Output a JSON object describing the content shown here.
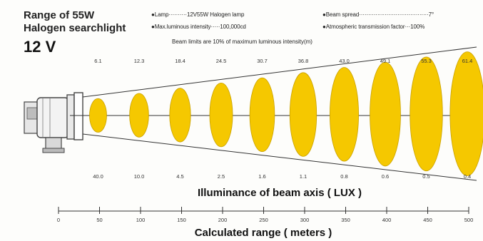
{
  "title_line1": "Range of  55W",
  "title_line2": "Halogen searchlight",
  "voltage": "12 V",
  "specs": {
    "lamp": "●Lamp··········12V55W Halogen lamp",
    "beam_spread": "●Beam spread······································7°",
    "intensity": "●Max.luminous intensity·····100,000cd",
    "atmospheric": "●Atmospheric transmission factor···100%"
  },
  "beam_note": "Beam limits are 10% of maximum luminous intensity(m)",
  "colors": {
    "beam": "#f5c800",
    "beam_stroke": "#c9a100",
    "line": "#333333"
  },
  "chart_data": {
    "type": "diagram",
    "beam_diameters_m": [
      "6.1",
      "12.3",
      "18.4",
      "24.5",
      "30.7",
      "36.8",
      "43.0",
      "49.1",
      "55.3",
      "61.4"
    ],
    "illuminance_lux": [
      "40.0",
      "10.0",
      "4.5",
      "2.5",
      "1.6",
      "1.1",
      "0.8",
      "0.6",
      "0.5",
      "0.4"
    ],
    "illuminance_label": "Illuminance of beam axis ( LUX )",
    "range_ticks": [
      "0",
      "50",
      "100",
      "150",
      "200",
      "250",
      "300",
      "350",
      "400",
      "450",
      "500"
    ],
    "range_label": "Calculated range ( meters )"
  }
}
